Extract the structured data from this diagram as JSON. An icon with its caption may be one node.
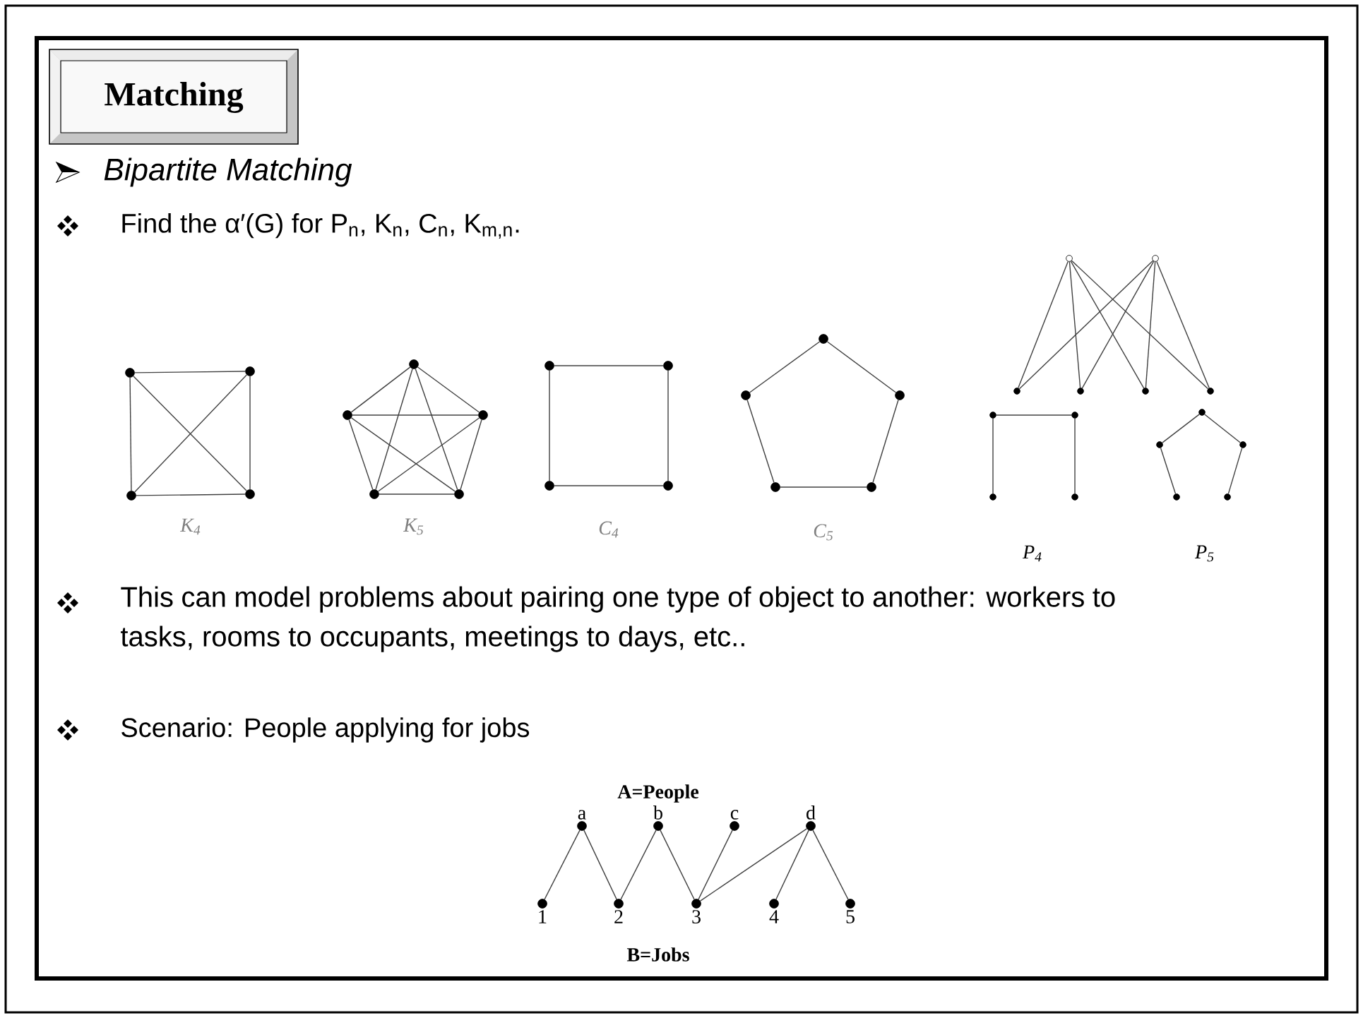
{
  "diagram": {
    "title": "Matching",
    "nodes": [
      {
        "text": [],
        "shape": "circle"
      },
      {
        "text": [],
        "shape": "circle"
      },
      {
        "text": [],
        "shape": "circle"
      },
      {
        "text": [],
        "shape": "circle"
      },
      {
        "text": [],
        "shape": "circle"
      },
      {
        "text": [],
        "shape": "circle"
      },
      {
        "text": [],
        "shape": "circle"
      },
      {
        "text": [],
        "shape": "circle"
      },
      {
        "text": [],
        "shape": "circle"
      },
      {
        "text": [],
        "shape": "circle"
      },
      {
        "text": [],
        "shape": "circle"
      },
      {
        "text": [],
        "shape": "circle"
      },
      {
        "text": [],
        "shape": "circle"
      },
      {
        "text": [],
        "shape": "circle"
      },
      {
        "text": [],
        "shape": "circle"
      },
      {
        "text": [],
        "shape": "circle"
      },
      {
        "text": [],
        "shape": "circle"
      },
      {
        "text": [],
        "shape": "circle"
      },
      {
        "text": [],
        "shape": "circle"
      },
      {
        "text": [],
        "shape": "circle"
      },
      {
        "text": [],
        "shape": "circle"
      },
      {
        "text": [],
        "shape": "circle"
      },
      {
        "text": [],
        "shape": "circle"
      },
      {
        "text": [],
        "shape": "circle"
      },
      {
        "text": [],
        "shape": "circle"
      },
      {
        "text": [],
        "shape": "circle"
      },
      {
        "text": [],
        "shape": "circle"
      },
      {
        "text": [],
        "shape": "circle"
      },
      {
        "text": [],
        "shape": "circle"
      },
      {
        "text": [],
        "shape": "circle"
      },
      {
        "text": [],
        "shape": "circle"
      },
      {
        "text": [],
        "shape": "circle"
      },
      {
        "text": [],
        "shape": "circle"
      },
      {
        "text": [
          "a"
        ]
      },
      {
        "text": [
          "b"
        ]
      },
      {
        "text": [
          "c"
        ]
      },
      {
        "text": [
          "d"
        ]
      },
      {
        "text": [
          "1"
        ]
      },
      {
        "text": [
          "2"
        ]
      },
      {
        "text": [
          "3"
        ]
      },
      {
        "text": [
          "4"
        ]
      },
      {
        "text": [
          "5"
        ]
      }
    ],
    "edges": [
      {
        "from": 0,
        "to": 1,
        "arrow": "none"
      },
      {
        "from": 0,
        "to": 2,
        "arrow": "none"
      },
      {
        "from": 0,
        "to": 3,
        "arrow": "none"
      },
      {
        "from": 2,
        "to": 1,
        "arrow": "none"
      },
      {
        "from": 1,
        "to": 3,
        "arrow": "none"
      },
      {
        "from": 2,
        "to": 3,
        "arrow": "none"
      },
      {
        "from": 4,
        "to": 5,
        "arrow": "none"
      },
      {
        "from": 4,
        "to": 6,
        "arrow": "none"
      },
      {
        "from": 4,
        "to": 7,
        "arrow": "none"
      },
      {
        "from": 4,
        "to": 8,
        "arrow": "none"
      },
      {
        "from": 5,
        "to": 6,
        "arrow": "none"
      },
      {
        "from": 5,
        "to": 7,
        "arrow": "none"
      },
      {
        "from": 5,
        "to": 8,
        "arrow": "none"
      },
      {
        "from": 6,
        "to": 7,
        "arrow": "none"
      },
      {
        "from": 6,
        "to": 8,
        "arrow": "none"
      },
      {
        "from": 7,
        "to": 8,
        "arrow": "none"
      },
      {
        "from": 9,
        "to": 10,
        "arrow": "none"
      },
      {
        "from": 10,
        "to": 12,
        "arrow": "none"
      },
      {
        "from": 12,
        "to": 11,
        "arrow": "none"
      },
      {
        "from": 11,
        "to": 9,
        "arrow": "none"
      },
      {
        "from": 13,
        "to": 15,
        "arrow": "none"
      },
      {
        "from": 15,
        "to": 17,
        "arrow": "none"
      },
      {
        "from": 17,
        "to": 16,
        "arrow": "none"
      },
      {
        "from": 16,
        "to": 14,
        "arrow": "none"
      },
      {
        "from": 14,
        "to": 13,
        "arrow": "none"
      },
      {
        "from": 18,
        "to": 20,
        "arrow": "none"
      },
      {
        "from": 18,
        "to": 21,
        "arrow": "none"
      },
      {
        "from": 18,
        "to": 22,
        "arrow": "none"
      },
      {
        "from": 18,
        "to": 23,
        "arrow": "none"
      },
      {
        "from": 19,
        "to": 20,
        "arrow": "none"
      },
      {
        "from": 19,
        "to": 21,
        "arrow": "none"
      },
      {
        "from": 19,
        "to": 22,
        "arrow": "none"
      },
      {
        "from": 19,
        "to": 23,
        "arrow": "none"
      },
      {
        "from": 26,
        "to": 24,
        "arrow": "none"
      },
      {
        "from": 24,
        "to": 25,
        "arrow": "none"
      },
      {
        "from": 25,
        "to": 27,
        "arrow": "none"
      },
      {
        "from": 31,
        "to": 29,
        "arrow": "none"
      },
      {
        "from": 29,
        "to": 28,
        "arrow": "none"
      },
      {
        "from": 28,
        "to": 30,
        "arrow": "none"
      },
      {
        "from": 30,
        "to": 32,
        "arrow": "none"
      },
      {
        "from": 33,
        "to": 37,
        "arrow": "none"
      },
      {
        "from": 33,
        "to": 38,
        "arrow": "none"
      },
      {
        "from": 34,
        "to": 38,
        "arrow": "none"
      },
      {
        "from": 34,
        "to": 39,
        "arrow": "none"
      },
      {
        "from": 35,
        "to": 39,
        "arrow": "none"
      },
      {
        "from": 36,
        "to": 39,
        "arrow": "none"
      },
      {
        "from": 36,
        "to": 40,
        "arrow": "none"
      },
      {
        "from": 36,
        "to": 41,
        "arrow": "none"
      }
    ],
    "labels": [
      "Bipartite Matching",
      "Find the α′(G) for P$_{n}$, K$_{n}$, C$_{n}$, K$_{m,n}$.",
      "K$_{4}$",
      "K$_{5}$",
      "C$_{4}$",
      "C$_{5}$",
      "P$_{4}$",
      "P$_{5}$",
      "This can model problems about pairing one type of object to another: workers to tasks, rooms to occupants, meetings to days, etc..",
      "Scenario: People applying for jobs",
      "A=People",
      "B=Jobs"
    ]
  }
}
